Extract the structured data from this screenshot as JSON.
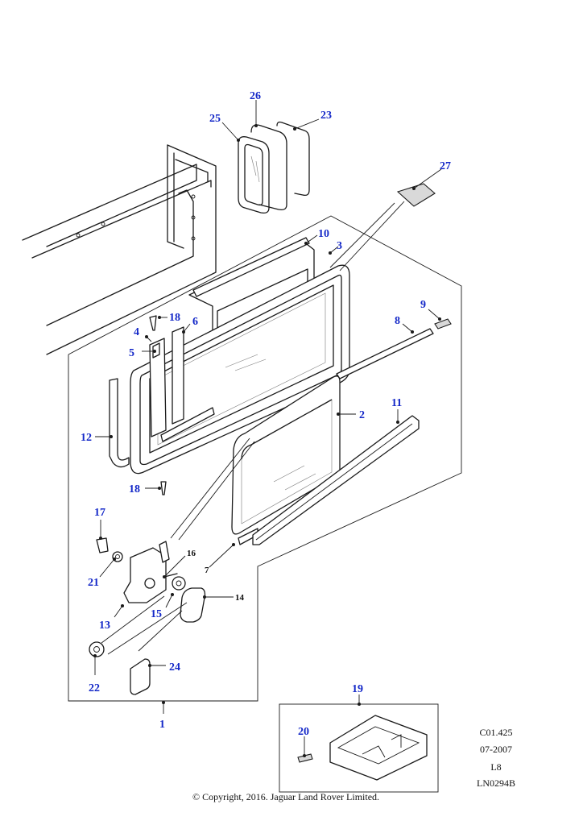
{
  "callouts": [
    {
      "id": "1",
      "label": "1",
      "color": "#1428c8"
    },
    {
      "id": "2",
      "label": "2",
      "color": "#1428c8"
    },
    {
      "id": "3",
      "label": "3",
      "color": "#1428c8"
    },
    {
      "id": "4",
      "label": "4",
      "color": "#1428c8"
    },
    {
      "id": "5",
      "label": "5",
      "color": "#1428c8"
    },
    {
      "id": "6",
      "label": "6",
      "color": "#1428c8"
    },
    {
      "id": "7",
      "label": "7",
      "color": "#111111"
    },
    {
      "id": "8",
      "label": "8",
      "color": "#1428c8"
    },
    {
      "id": "9",
      "label": "9",
      "color": "#1428c8"
    },
    {
      "id": "10",
      "label": "10",
      "color": "#1428c8"
    },
    {
      "id": "11",
      "label": "11",
      "color": "#1428c8"
    },
    {
      "id": "12",
      "label": "12",
      "color": "#1428c8"
    },
    {
      "id": "13",
      "label": "13",
      "color": "#1428c8"
    },
    {
      "id": "14",
      "label": "14",
      "color": "#111111"
    },
    {
      "id": "15",
      "label": "15",
      "color": "#1428c8"
    },
    {
      "id": "16",
      "label": "16",
      "color": "#111111"
    },
    {
      "id": "17",
      "label": "17",
      "color": "#1428c8"
    },
    {
      "id": "18a",
      "label": "18",
      "color": "#1428c8"
    },
    {
      "id": "18b",
      "label": "18",
      "color": "#1428c8"
    },
    {
      "id": "19",
      "label": "19",
      "color": "#1428c8"
    },
    {
      "id": "20",
      "label": "20",
      "color": "#1428c8"
    },
    {
      "id": "21",
      "label": "21",
      "color": "#1428c8"
    },
    {
      "id": "22",
      "label": "22",
      "color": "#1428c8"
    },
    {
      "id": "23",
      "label": "23",
      "color": "#1428c8"
    },
    {
      "id": "24",
      "label": "24",
      "color": "#1428c8"
    },
    {
      "id": "25",
      "label": "25",
      "color": "#1428c8"
    },
    {
      "id": "26",
      "label": "26",
      "color": "#1428c8"
    },
    {
      "id": "27",
      "label": "27",
      "color": "#1428c8"
    }
  ],
  "reference": {
    "code": "C01.425",
    "date": "07-2007",
    "level": "L8",
    "drawing": "LN0294B"
  },
  "copyright": "© Copyright, 2016. Jaguar Land Rover Limited."
}
